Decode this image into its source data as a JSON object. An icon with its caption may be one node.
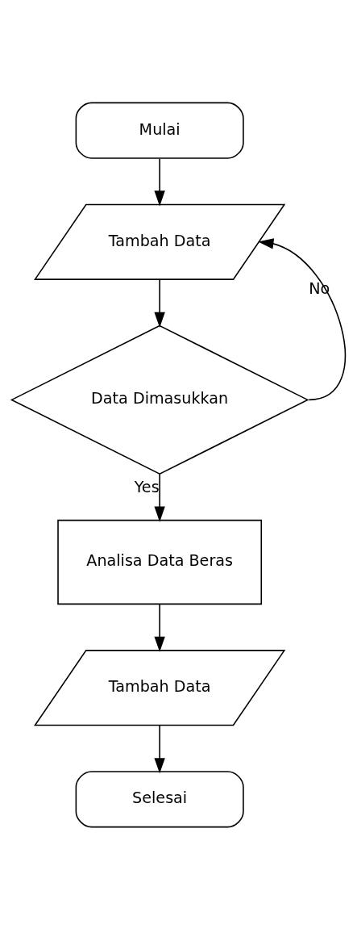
{
  "diagram": {
    "nodes": [
      {
        "text": [
          "Mulai"
        ]
      },
      {
        "text": [
          "Tambah Data"
        ]
      },
      {
        "text": [
          "Data Dimasukkan"
        ]
      },
      {
        "text": [
          "Analisa Data Beras"
        ]
      },
      {
        "text": [
          "Tambah Data"
        ]
      },
      {
        "text": [
          "Selesai"
        ]
      }
    ],
    "edges": [
      {
        "from": 0,
        "to": 1,
        "arrow": "to"
      },
      {
        "from": 1,
        "to": 2,
        "arrow": "to"
      },
      {
        "from": 2,
        "to": 3,
        "arrow": "to",
        "label": "Yes"
      },
      {
        "from": 3,
        "to": 4,
        "arrow": "to"
      },
      {
        "from": 4,
        "to": 5,
        "arrow": "to"
      },
      {
        "from": 2,
        "to": 1,
        "arrow": "to",
        "label": "No"
      }
    ]
  }
}
